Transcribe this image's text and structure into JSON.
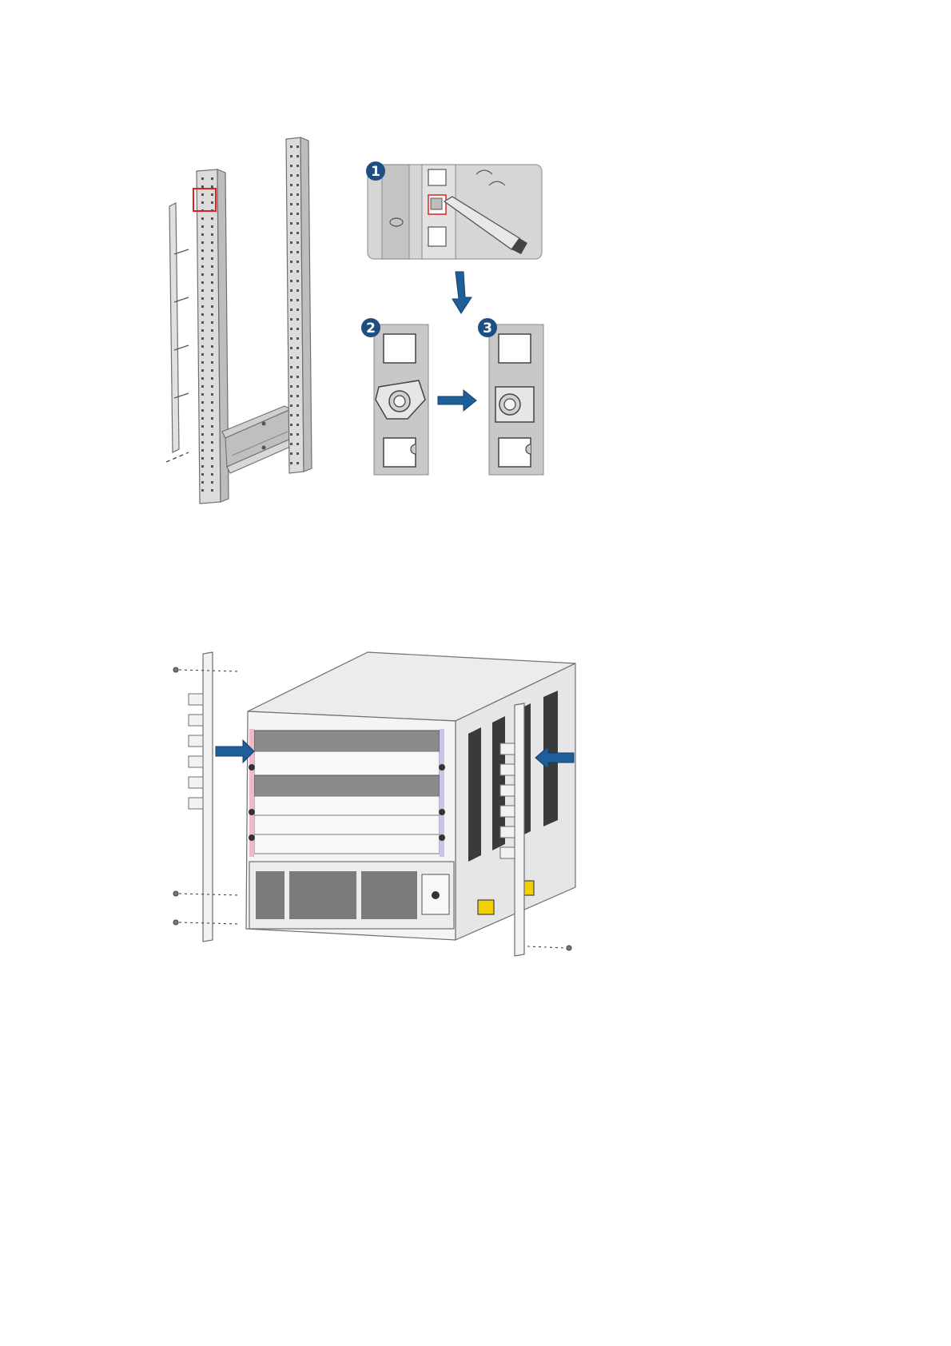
{
  "figure_1": {
    "steps": [
      {
        "number": "1"
      },
      {
        "number": "2"
      },
      {
        "number": "3"
      }
    ],
    "colors": {
      "rail_fill": "#d9d9d9",
      "rail_stroke": "#6f6f6f",
      "highlight": "#e02020",
      "arrow": "#1f5f99",
      "badge": "#1f4f80",
      "panel_bg": "#c8c8c8"
    },
    "icons": [
      "rack-rail-icon",
      "floating-nut-icon",
      "screwdriver-icon",
      "down-arrow-icon",
      "right-arrow-icon"
    ]
  },
  "figure_2": {
    "colors": {
      "chassis_top": "#ececec",
      "chassis_front": "#f4f4f4",
      "chassis_side": "#e6e6e6",
      "vent": "#3a3a3a",
      "arrow": "#1f5f99",
      "accent_pink": "#f2b8c8",
      "accent_lavender": "#c9c4e8",
      "port_yellow": "#f0d000"
    },
    "icons": [
      "chassis-icon",
      "cable-management-bracket-icon",
      "screw-icon",
      "insert-arrow-icon"
    ]
  }
}
